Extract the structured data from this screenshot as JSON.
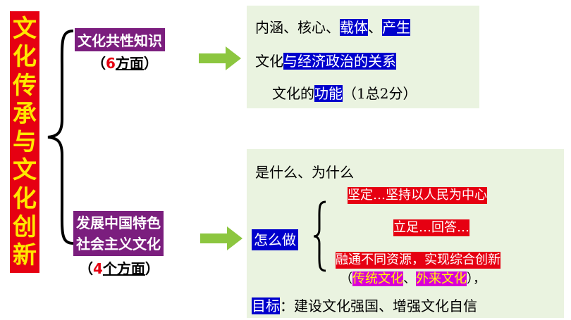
{
  "title_chars": [
    "文",
    "化",
    "传",
    "承",
    "与",
    "文",
    "化",
    "创",
    "新"
  ],
  "branch_top": {
    "label": "文化共性知识",
    "count_open": "（",
    "count_num": "6",
    "count_text": "方面",
    "count_close": "）"
  },
  "branch_bottom": {
    "label_line1": "发展中国特色",
    "label_line2": "社会主义文化",
    "count_open": "（",
    "count_num": "4",
    "count_text": "个方面",
    "count_close": "）"
  },
  "top_box": {
    "l1_a": "内涵、核心、",
    "l1_b": "载体",
    "l1_c": "、",
    "l1_d": "产生",
    "l2_a": "文化",
    "l2_b": "与经济政治的关系",
    "l3_a": "文化的",
    "l3_b": "功能",
    "l3_c": "（1总2分）"
  },
  "bottom_box": {
    "l1": "是什么、为什么",
    "how": "怎么做",
    "r1": "坚定…坚持以人民为中心",
    "r2": "立足…回答…",
    "r3": "融通不同资源，实现综合创新",
    "r4_a": "（",
    "r4_b": "传统文化",
    "r4_c": "、",
    "r4_d": "外来文化",
    "r4_e": "），",
    "goal_label": "目标",
    "goal_text": "：建设文化强国、增强文化自信"
  },
  "colors": {
    "red": "#e60012",
    "yellow": "#ffe800",
    "purple": "#7b1e7e",
    "blue": "#0000cc",
    "magenta": "#d800d8",
    "arrow_green": "#8cc63f",
    "box_bg": "#eaf3e0"
  }
}
